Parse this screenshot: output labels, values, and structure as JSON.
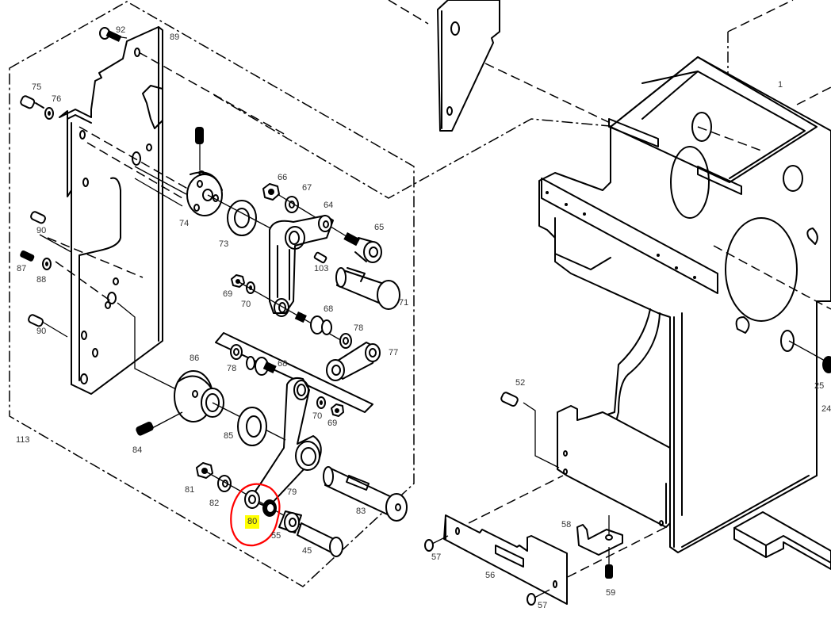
{
  "diagram": {
    "type": "exploded-parts-diagram",
    "highlight": {
      "part": "80",
      "marker_color": "#ff0000",
      "label_background": "#ffff00"
    },
    "callouts": {
      "c92": "92",
      "c89": "89",
      "c75": "75",
      "c76": "76",
      "c74": "74",
      "c73": "73",
      "c66": "66",
      "c67": "67",
      "c64": "64",
      "c65": "65",
      "c103": "103",
      "c71": "71",
      "c69a": "69",
      "c70a": "70",
      "c68a": "68",
      "c78a": "78",
      "c90a": "90",
      "c87": "87",
      "c88": "88",
      "c90b": "90",
      "c77": "77",
      "c78b": "78",
      "c68b": "68",
      "c86": "86",
      "c70b": "70",
      "c69b": "69",
      "c85": "85",
      "c84": "84",
      "c113": "113",
      "c81": "81",
      "c82": "82",
      "c79": "79",
      "c80": "80",
      "c55": "55",
      "c83": "83",
      "c45": "45",
      "c1": "1",
      "c52": "52",
      "c25": "25",
      "c24": "24",
      "c58": "58",
      "c57a": "57",
      "c56": "56",
      "c59": "59",
      "c57b": "57"
    }
  }
}
